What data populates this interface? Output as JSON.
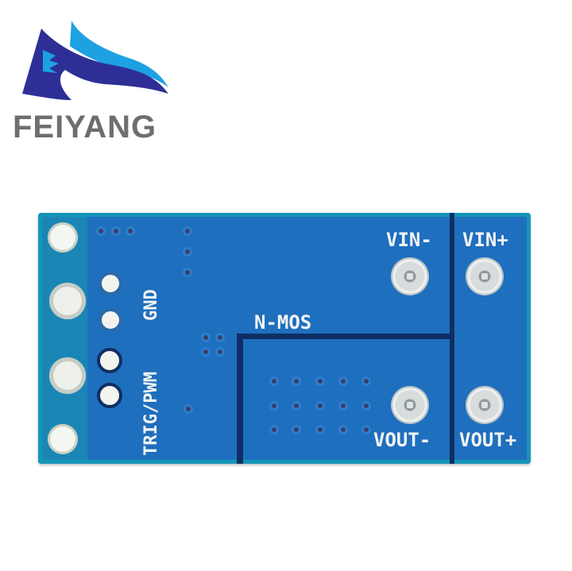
{
  "logo": {
    "brand_text": "FEIYANG",
    "colors": {
      "dark_blue": "#2e2f96",
      "light_blue": "#1da1e2",
      "text_gray": "#6e6e6e"
    }
  },
  "board": {
    "color": "#1f6fbf",
    "silkscreen": {
      "gnd": "GND",
      "trig_pwm": "TRIG/PWM",
      "n_mos": "N-MOS",
      "vin_minus": "VIN-",
      "vin_plus": "VIN+",
      "vout_minus": "VOUT-",
      "vout_plus": "VOUT+"
    }
  }
}
